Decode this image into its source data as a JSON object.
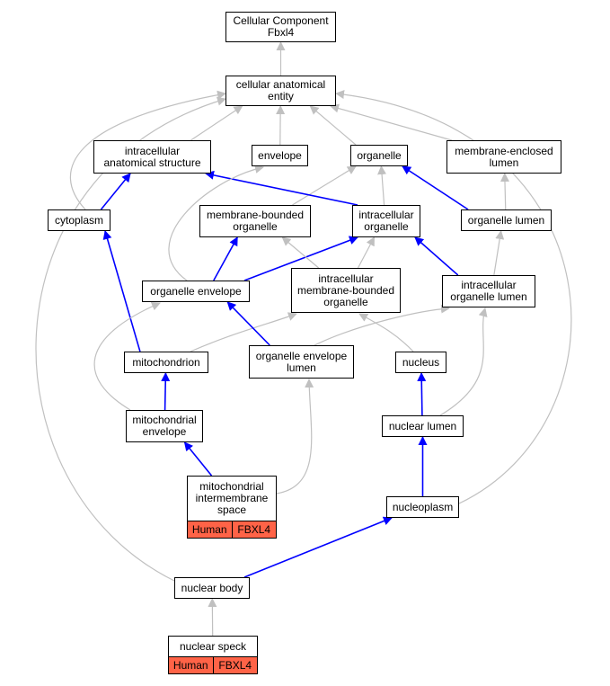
{
  "colors": {
    "gray_edge": "#c0c0c0",
    "blue_edge": "#0000ff",
    "annotation": "#ff6347"
  },
  "nodes": [
    {
      "id": "root",
      "label": "Cellular Component\nFbxl4"
    },
    {
      "id": "cae",
      "label": "cellular anatomical\nentity"
    },
    {
      "id": "ias",
      "label": "intracellular\nanatomical structure"
    },
    {
      "id": "envelope",
      "label": "envelope"
    },
    {
      "id": "organelle",
      "label": "organelle"
    },
    {
      "id": "mel",
      "label": "membrane-enclosed\nlumen"
    },
    {
      "id": "cytoplasm",
      "label": "cytoplasm"
    },
    {
      "id": "mbo",
      "label": "membrane-bounded\norganelle"
    },
    {
      "id": "io",
      "label": "intracellular\norganelle"
    },
    {
      "id": "ol",
      "label": "organelle lumen"
    },
    {
      "id": "oe",
      "label": "organelle envelope"
    },
    {
      "id": "imbo",
      "label": "intracellular\nmembrane-bounded\norganelle"
    },
    {
      "id": "iol",
      "label": "intracellular\norganelle lumen"
    },
    {
      "id": "mito",
      "label": "mitochondrion"
    },
    {
      "id": "oel",
      "label": "organelle envelope\nlumen"
    },
    {
      "id": "nucleus",
      "label": "nucleus"
    },
    {
      "id": "me",
      "label": "mitochondrial\nenvelope"
    },
    {
      "id": "nl",
      "label": "nuclear lumen"
    },
    {
      "id": "mis",
      "label": "mitochondrial\nintermembrane\nspace",
      "badges": [
        "Human",
        "FBXL4"
      ]
    },
    {
      "id": "np",
      "label": "nucleoplasm"
    },
    {
      "id": "nb",
      "label": "nuclear body"
    },
    {
      "id": "ns",
      "label": "nuclear speck",
      "badges": [
        "Human",
        "FBXL4"
      ]
    }
  ],
  "edges": [
    {
      "from": "cae",
      "to": "root",
      "color": "gray"
    },
    {
      "from": "ias",
      "to": "cae",
      "color": "gray"
    },
    {
      "from": "envelope",
      "to": "cae",
      "color": "gray"
    },
    {
      "from": "organelle",
      "to": "cae",
      "color": "gray"
    },
    {
      "from": "mel",
      "to": "cae",
      "color": "gray"
    },
    {
      "from": "cytoplasm",
      "to": "cae",
      "color": "gray"
    },
    {
      "from": "cytoplasm",
      "to": "ias",
      "color": "blue"
    },
    {
      "from": "mbo",
      "to": "organelle",
      "color": "gray"
    },
    {
      "from": "io",
      "to": "organelle",
      "color": "gray"
    },
    {
      "from": "io",
      "to": "ias",
      "color": "blue"
    },
    {
      "from": "ol",
      "to": "organelle",
      "color": "blue"
    },
    {
      "from": "ol",
      "to": "mel",
      "color": "gray"
    },
    {
      "from": "oe",
      "to": "envelope",
      "color": "gray"
    },
    {
      "from": "oe",
      "to": "mbo",
      "color": "blue"
    },
    {
      "from": "oe",
      "to": "io",
      "color": "blue"
    },
    {
      "from": "imbo",
      "to": "mbo",
      "color": "gray"
    },
    {
      "from": "imbo",
      "to": "io",
      "color": "gray"
    },
    {
      "from": "iol",
      "to": "io",
      "color": "blue"
    },
    {
      "from": "iol",
      "to": "ol",
      "color": "gray"
    },
    {
      "from": "mito",
      "to": "cytoplasm",
      "color": "blue"
    },
    {
      "from": "mito",
      "to": "imbo",
      "color": "gray"
    },
    {
      "from": "oel",
      "to": "oe",
      "color": "blue"
    },
    {
      "from": "oel",
      "to": "iol",
      "color": "gray"
    },
    {
      "from": "nucleus",
      "to": "imbo",
      "color": "gray"
    },
    {
      "from": "me",
      "to": "mito",
      "color": "blue"
    },
    {
      "from": "me",
      "to": "oe",
      "color": "gray"
    },
    {
      "from": "nl",
      "to": "nucleus",
      "color": "blue"
    },
    {
      "from": "nl",
      "to": "iol",
      "color": "gray"
    },
    {
      "from": "mis",
      "to": "me",
      "color": "blue"
    },
    {
      "from": "mis",
      "to": "oel",
      "color": "gray"
    },
    {
      "from": "np",
      "to": "nl",
      "color": "blue"
    },
    {
      "from": "np",
      "to": "cae",
      "color": "gray"
    },
    {
      "from": "nb",
      "to": "np",
      "color": "blue"
    },
    {
      "from": "nb",
      "to": "cae",
      "color": "gray"
    },
    {
      "from": "ns",
      "to": "nb",
      "color": "gray"
    }
  ]
}
